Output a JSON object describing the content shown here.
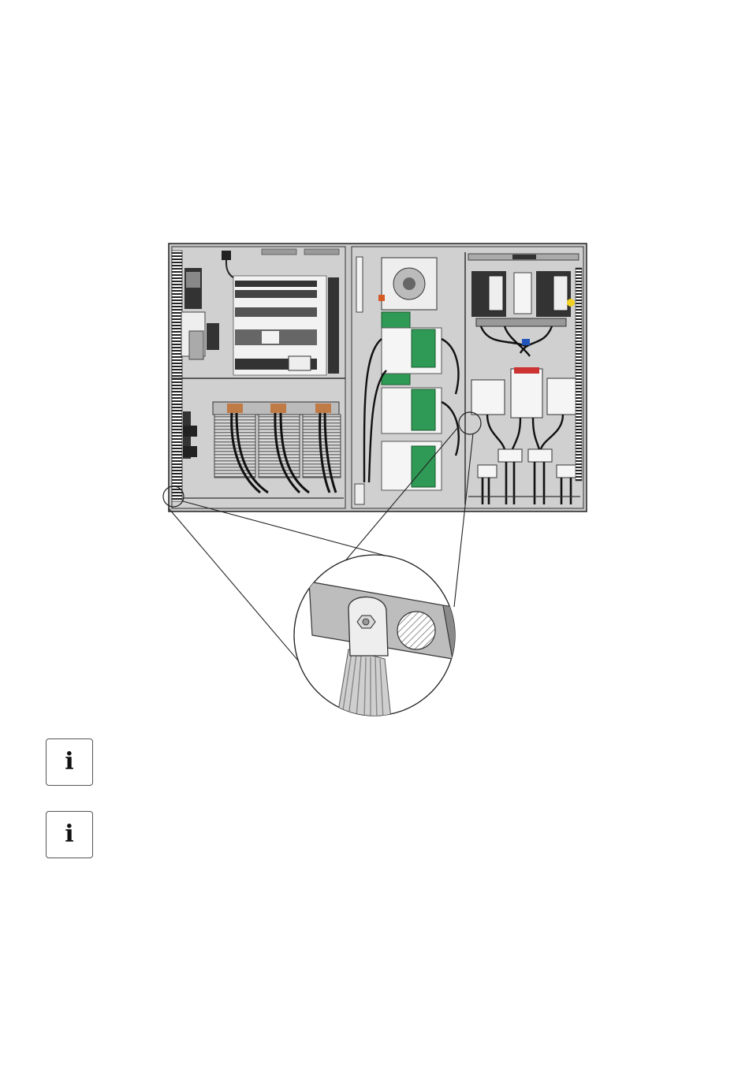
{
  "illustration": {
    "subject": "cabinet-interior-grounding-detail",
    "magnified_detail": "ground-lug-on-busbar"
  },
  "notes": [
    {
      "icon": "info-icon",
      "glyph": "i"
    },
    {
      "icon": "info-icon",
      "glyph": "i"
    }
  ],
  "colors": {
    "cabinet_gray": "#c8c8c8",
    "board_green": "#2f9a55",
    "lug_copper": "#c07a45",
    "cable_black": "#111111"
  }
}
